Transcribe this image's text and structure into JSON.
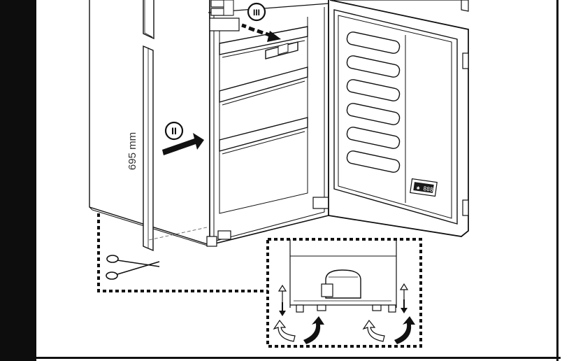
{
  "labels": {
    "dimension": "695 mm",
    "step_two": "II",
    "step_three": "III"
  },
  "colors": {
    "background": "#ffffff",
    "left_band": "#0d0d0d",
    "outline": "#111111",
    "display_panel": "#1a1a1a"
  },
  "icons": {
    "scissors": "scissors-icon",
    "arrow_in": "push-arrow-icon",
    "arrow_right": "dashed-arrow-icon",
    "adjust_up": "up-arrow-icon",
    "adjust_down": "down-arrow-icon",
    "rotate": "rotate-arrow-icon"
  }
}
